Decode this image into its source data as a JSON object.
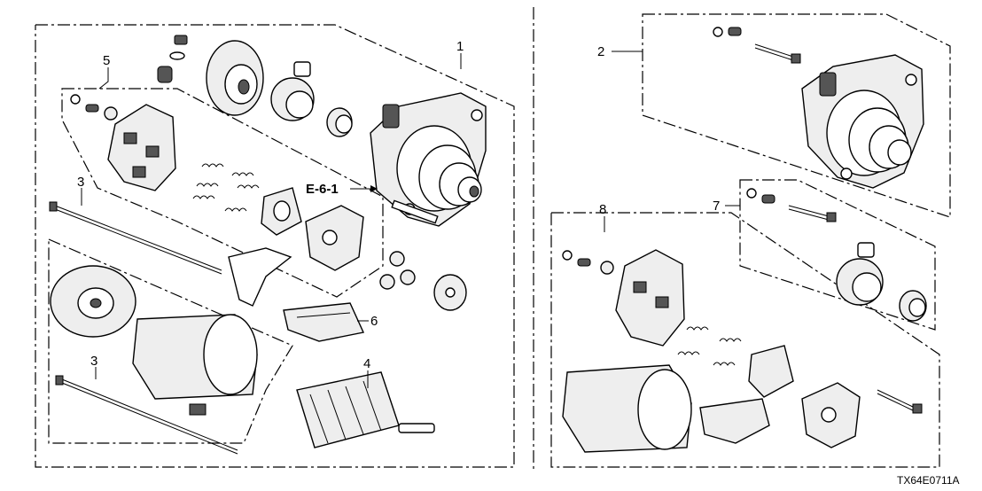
{
  "diagram": {
    "callouts": {
      "c1": "1",
      "c2": "2",
      "c3a": "3",
      "c3b": "3",
      "c4": "4",
      "c5": "5",
      "c6": "6",
      "c7": "7",
      "c8": "8"
    },
    "reference_label": "E-6-1",
    "diagram_code": "TX64E0711A"
  }
}
